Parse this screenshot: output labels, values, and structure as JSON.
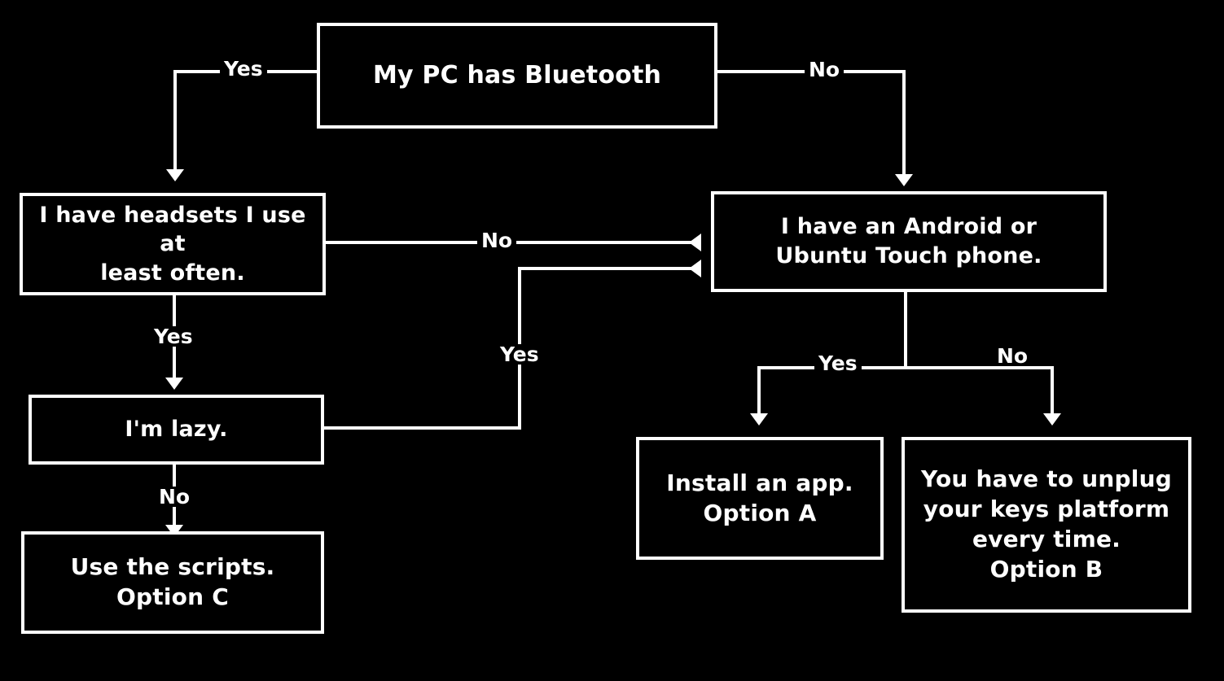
{
  "diagram": {
    "title": "Bluetooth keyboard decision flowchart",
    "background_color": "#000000",
    "stroke_color": "#ffffff",
    "text_color": "#ffffff"
  },
  "nodes": {
    "root": {
      "id": "n1",
      "text": "My PC has Bluetooth",
      "font_size": "30px"
    },
    "headset": {
      "id": "n2",
      "text": "I have headsets I use at\nleast often.",
      "font_size": "27px"
    },
    "phone": {
      "id": "n3",
      "text": "I have an Android or\nUbuntu Touch phone.",
      "font_size": "27px"
    },
    "lazy": {
      "id": "n4",
      "text": "I'm lazy.",
      "font_size": "27px"
    },
    "scripts": {
      "id": "n5",
      "text": "Use the scripts.\nOption C",
      "font_size": "28px"
    },
    "install_app": {
      "id": "n6",
      "text": "Install an app.\nOption A",
      "font_size": "28px"
    },
    "unplug": {
      "id": "n7",
      "text": "You have to unplug\nyour keys platform\nevery time.\nOption B",
      "font_size": "28px"
    }
  },
  "edge_labels": {
    "root_yes": "Yes",
    "root_no": "No",
    "headset_no": "No",
    "headset_yes": "Yes",
    "lazy_yes": "Yes",
    "lazy_no": "No",
    "phone_yes": "Yes",
    "phone_no": "No"
  }
}
